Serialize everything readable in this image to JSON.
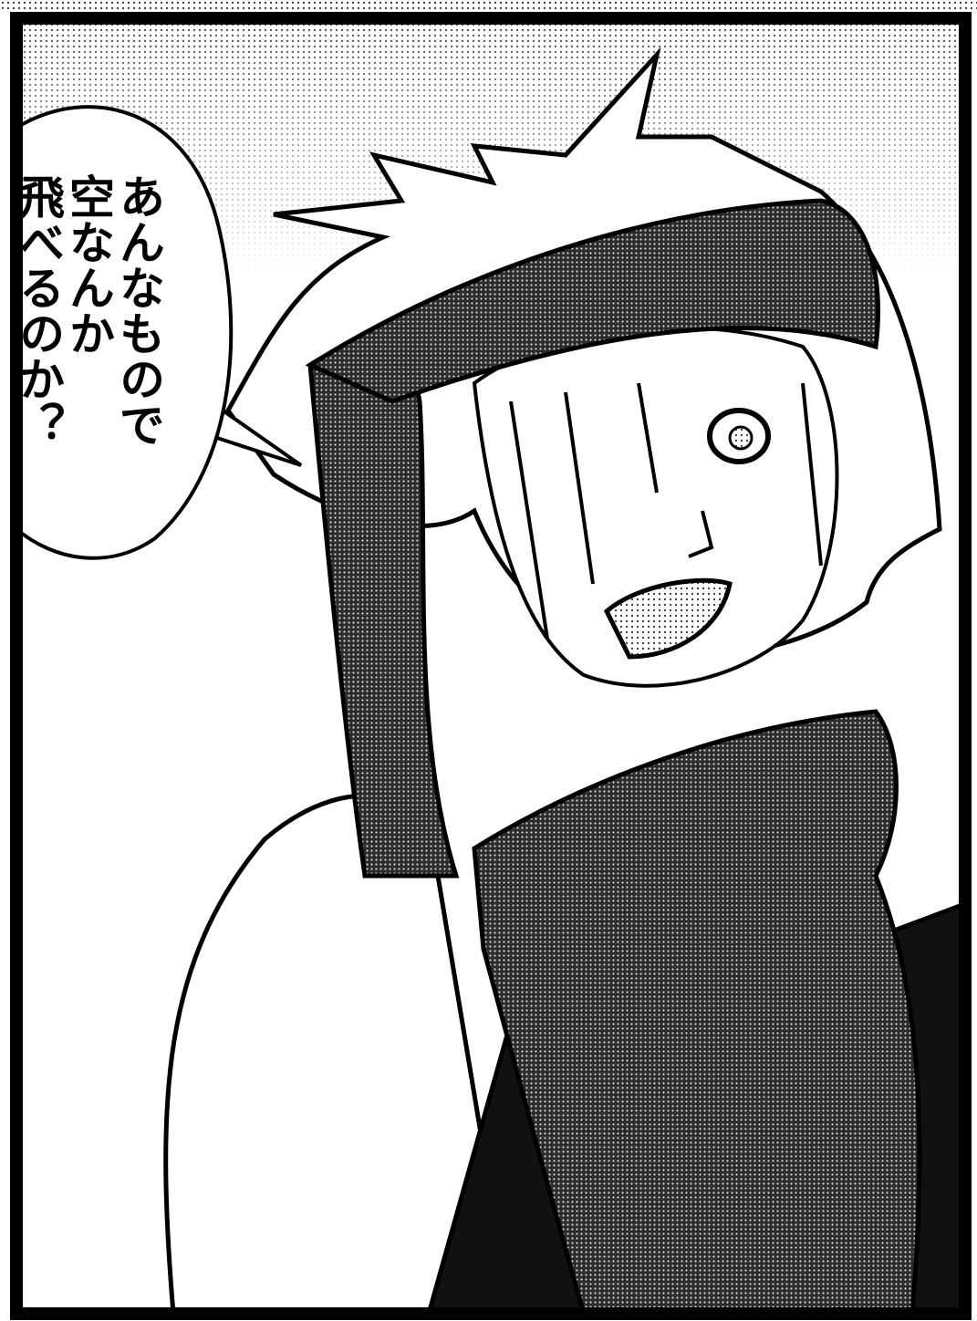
{
  "panel": {
    "speech_bubble": {
      "lines": [
        "あんなもので",
        "空なんか",
        "飛べるのか？"
      ]
    }
  },
  "colors": {
    "ink": "#000000",
    "paper": "#ffffff",
    "screentone_light": "#e6e6e6",
    "screentone_dark": "#3a3a3a"
  }
}
